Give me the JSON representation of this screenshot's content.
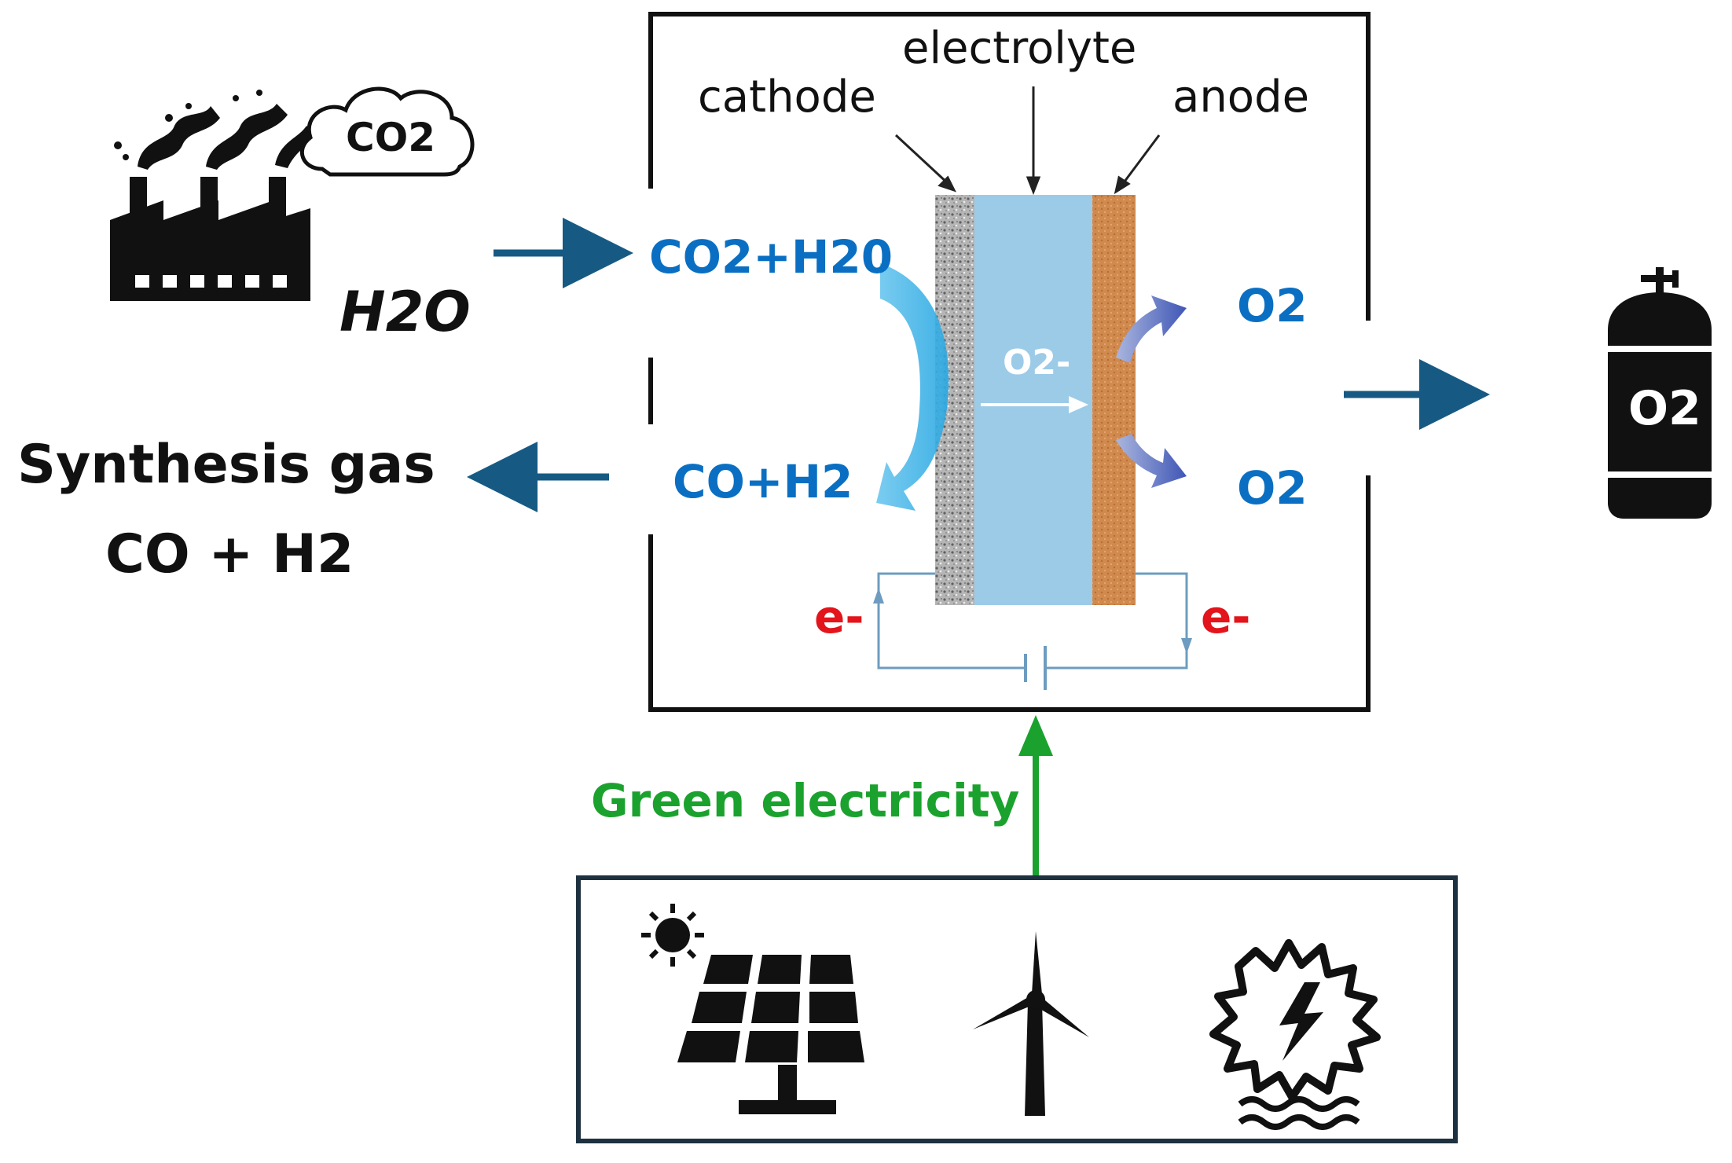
{
  "source": {
    "co2_cloud_label": "CO2",
    "h2o_label": "H2O"
  },
  "cell": {
    "electrolyte_label": "electrolyte",
    "cathode_label": "cathode",
    "anode_label": "anode",
    "inlet_label": "CO2+H20",
    "outlet_cathode_label": "CO+H2",
    "ion_label": "O2-",
    "o2_top_label": "O2",
    "o2_bottom_label": "O2",
    "electron_left_label": "e-",
    "electron_right_label": "e-"
  },
  "product": {
    "syngas_line1": "Synthesis gas",
    "syngas_line2": "CO + H2"
  },
  "oxygen_tank": {
    "label": "O2"
  },
  "power": {
    "label": "Green electricity",
    "sources": [
      "solar-panel-icon",
      "wind-turbine-icon",
      "hydro-power-icon"
    ]
  },
  "colors": {
    "arrow_dark_blue": "#165a84",
    "label_blue": "#0a6fc2",
    "electron_red": "#e3141b",
    "power_green": "#1ba22e",
    "electrolyte": "#9ccbe8",
    "anode": "#d18a50",
    "cathode": "#a9a9a9"
  }
}
